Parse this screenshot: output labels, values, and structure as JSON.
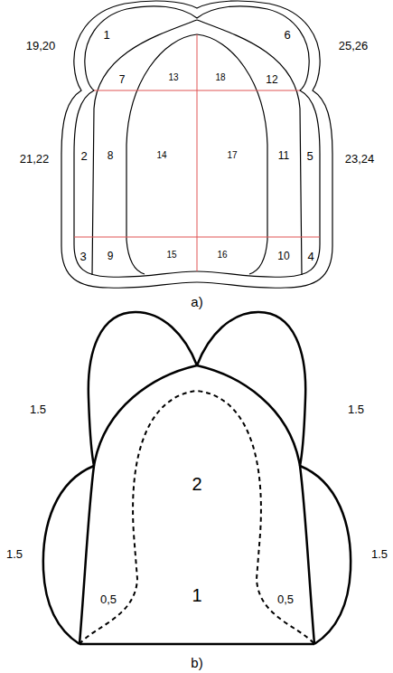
{
  "diagram": {
    "labels": [
      "1",
      "6",
      "19,20",
      "25,26",
      "7",
      "13",
      "18",
      "12",
      "21,22",
      "2",
      "8",
      "14",
      "17",
      "11",
      "5",
      "23,24",
      "3",
      "9",
      "15",
      "16",
      "10",
      "4",
      "a)",
      "1.5",
      "1.5",
      "2",
      "1.5",
      "1.5",
      "0,5",
      "1",
      "0,5",
      "b)"
    ]
  }
}
